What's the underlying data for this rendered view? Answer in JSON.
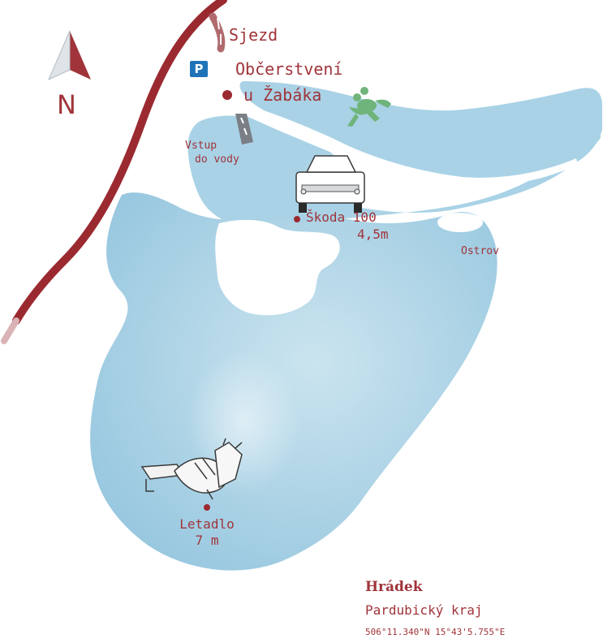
{
  "map": {
    "title": "Hrádek",
    "region": "Pardubický kraj",
    "coordinates": "506°11.340\"N 15°43'5.755\"E",
    "compass_label": "N",
    "parking_label": "P"
  },
  "labels": {
    "sjezd": "Sjezd",
    "obcerstveni_line1": "Občerstvení",
    "obcerstveni_line2": "u Žabáka",
    "vstup_line1": "Vstup",
    "vstup_line2": "do vody",
    "skoda_line1": "Škoda 100",
    "skoda_line2": "4,5m",
    "ostrov": "Ostrov",
    "letadlo_line1": "Letadlo",
    "letadlo_line2": "7 m"
  },
  "colors": {
    "water": "#a9d2e6",
    "road": "#a0343a",
    "text": "#a0343a",
    "parking": "#1e73b9",
    "frog": "#6fb47a"
  },
  "icons": [
    "compass-icon",
    "parking-icon",
    "frog-icon",
    "car-icon",
    "airplane-wreck-icon",
    "road-icon"
  ]
}
